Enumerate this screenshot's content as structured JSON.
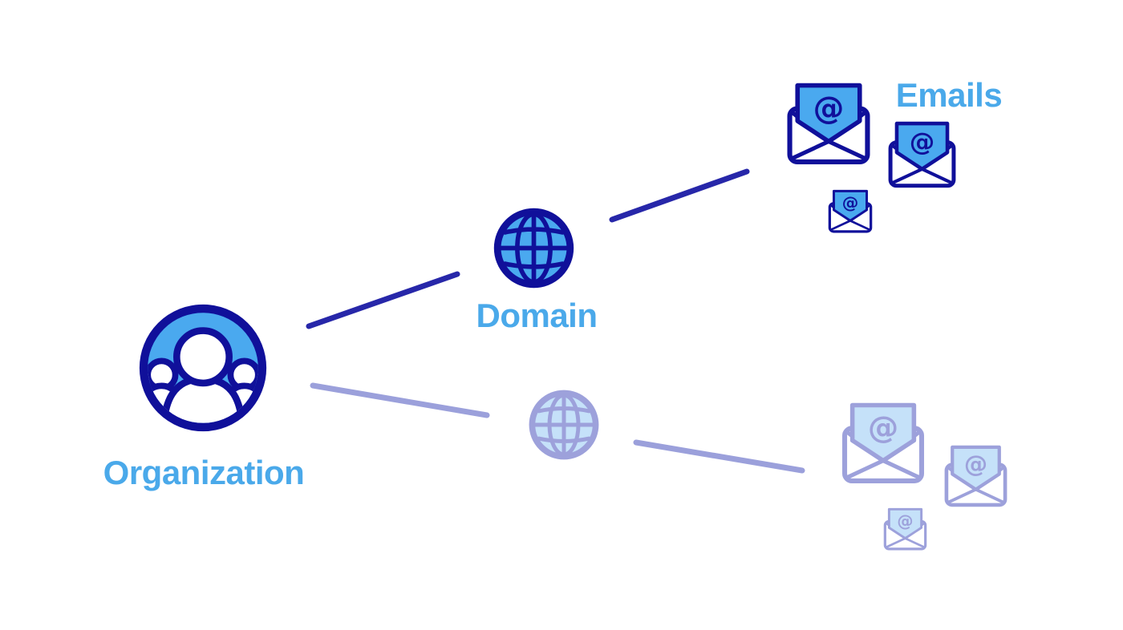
{
  "diagram": {
    "background_color": "#ffffff",
    "nodes": {
      "organization": {
        "label": "Organization",
        "icon": "organization-people-icon",
        "state": "active"
      },
      "domain_active": {
        "label": "Domain",
        "icon": "globe-icon",
        "state": "active"
      },
      "domain_faded": {
        "label": "",
        "icon": "globe-icon",
        "state": "faded"
      },
      "emails_active": {
        "label": "Emails",
        "icon": "at-envelope-icon",
        "state": "active",
        "envelope_count": 3
      },
      "emails_faded": {
        "label": "",
        "icon": "at-envelope-icon",
        "state": "faded",
        "envelope_count": 3
      }
    },
    "edges": [
      {
        "from": "organization",
        "to": "domain_active",
        "state": "active"
      },
      {
        "from": "domain_active",
        "to": "emails_active",
        "state": "active"
      },
      {
        "from": "organization",
        "to": "domain_faded",
        "state": "faded"
      },
      {
        "from": "domain_faded",
        "to": "emails_faded",
        "state": "faded"
      }
    ],
    "glyphs": {
      "at_symbol": "@"
    },
    "colors": {
      "icon_outline_navy": "#10109A",
      "edge_navy": "#2727A9",
      "icon_fill_blue": "#4AA9EF",
      "label_blue": "#4AA9EA",
      "faded_outline_lavender": "#9DA1DB",
      "faded_fill_blue": "#C5E1F9",
      "faded_edge_lavender": "#9BA0DB"
    }
  }
}
